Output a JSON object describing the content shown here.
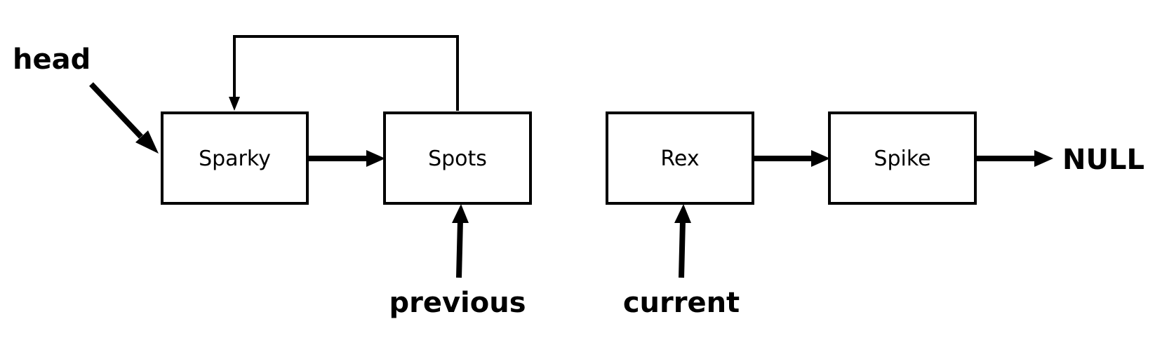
{
  "nodes": {
    "sparky": "Sparky",
    "spots": "Spots",
    "rex": "Rex",
    "spike": "Spike"
  },
  "pointers": {
    "head": "head",
    "previous": "previous",
    "current": "current",
    "null": "NULL"
  },
  "colors": {
    "stroke": "#000000",
    "background": "#ffffff"
  }
}
